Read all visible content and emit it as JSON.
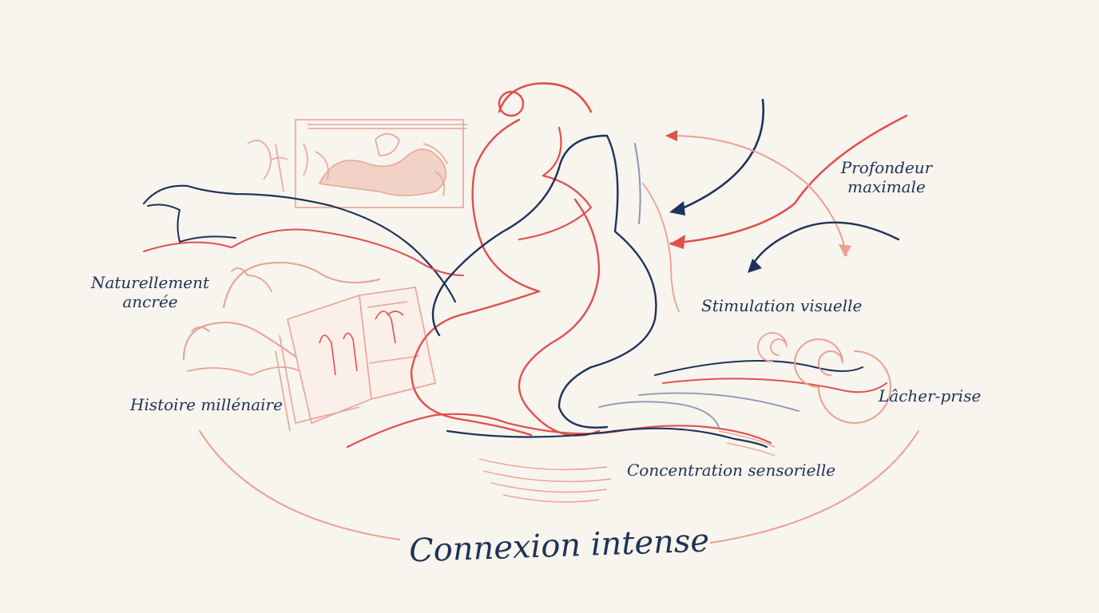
{
  "labels": {
    "naturellement": [
      "Naturellement",
      "ancrée"
    ],
    "histoire": "Histoire millénaire",
    "profondeur": [
      "Profondeur",
      "maximale"
    ],
    "stimulation": "Stimulation visuelle",
    "lacher": "Lâcher-prise",
    "concentration": "Concentration sensorielle",
    "title": "Connexion intense"
  },
  "colors": {
    "background": "#f8f4ee",
    "navy": "#1e3358",
    "red": "#e0504d",
    "salmon": "#eaa091",
    "grey_blue": "#8a97b3"
  },
  "icons": [
    "animal-silhouettes-illustration",
    "antique-fresco-illustration",
    "open-book-illustration",
    "kneeling-figures-illustration",
    "curved-arrows-illustration",
    "spiral-waves-illustration",
    "ripples-illustration"
  ]
}
